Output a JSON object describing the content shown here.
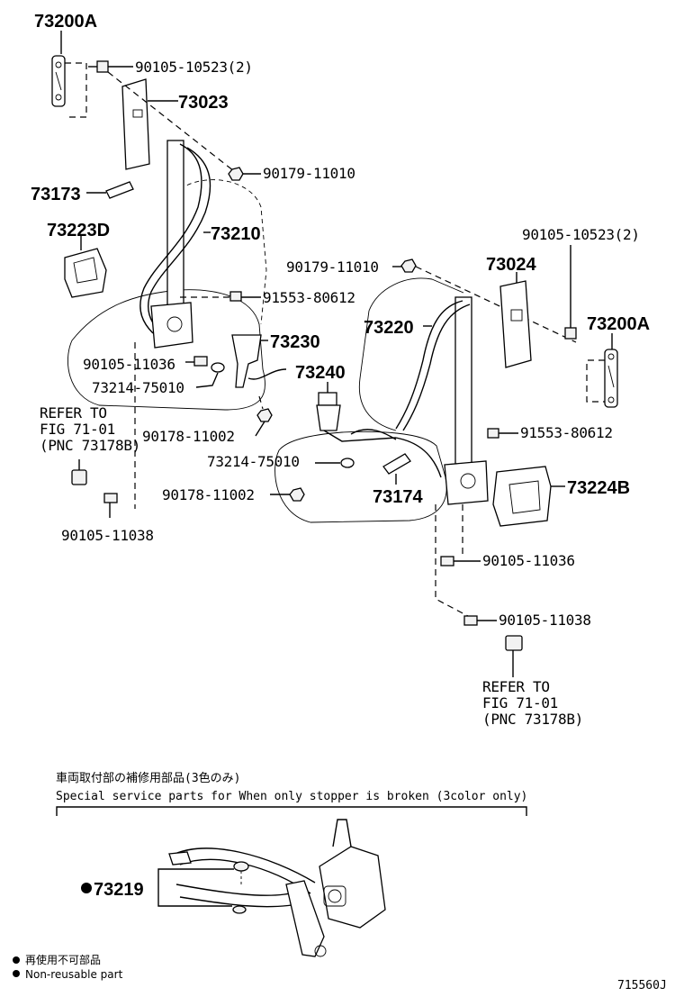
{
  "labels": {
    "p73200A_left": "73200A",
    "p90105_10523_left": "90105-10523(2)",
    "p73023": "73023",
    "p90179_11010_left": "90179-11010",
    "p73173": "73173",
    "p73223D": "73223D",
    "p73210": "73210",
    "p91553_80612_left": "91553-80612",
    "p73230": "73230",
    "p90105_11036_left": "90105-11036",
    "p73214_75010_left": "73214-75010",
    "p90178_11002_left": "90178-11002",
    "p73240": "73240",
    "p73214_75010_mid": "73214-75010",
    "p90178_11002_mid": "90178-11002",
    "p73174": "73174",
    "p90105_11038_left": "90105-11038",
    "p90105_10523_right": "90105-10523(2)",
    "p90179_11010_right": "90179-11010",
    "p73024": "73024",
    "p73200A_right": "73200A",
    "p73220": "73220",
    "p91553_80612_right": "91553-80612",
    "p73224B": "73224B",
    "p90105_11036_right": "90105-11036",
    "p90105_11038_right": "90105-11038",
    "p73219": "73219"
  },
  "refer_left": [
    "REFER TO",
    "FIG 71-01",
    "(PNC 73178B)"
  ],
  "refer_right": [
    "REFER TO",
    "FIG 71-01",
    "(PNC 73178B)"
  ],
  "service_note": {
    "jp": "車両取付部の補修用部品(3色のみ)",
    "en": "Special service parts for When only stopper is broken (3color only)"
  },
  "legend": {
    "jp": "再使用不可部品",
    "en": "Non-reusable part"
  },
  "figure_code": "715560J"
}
